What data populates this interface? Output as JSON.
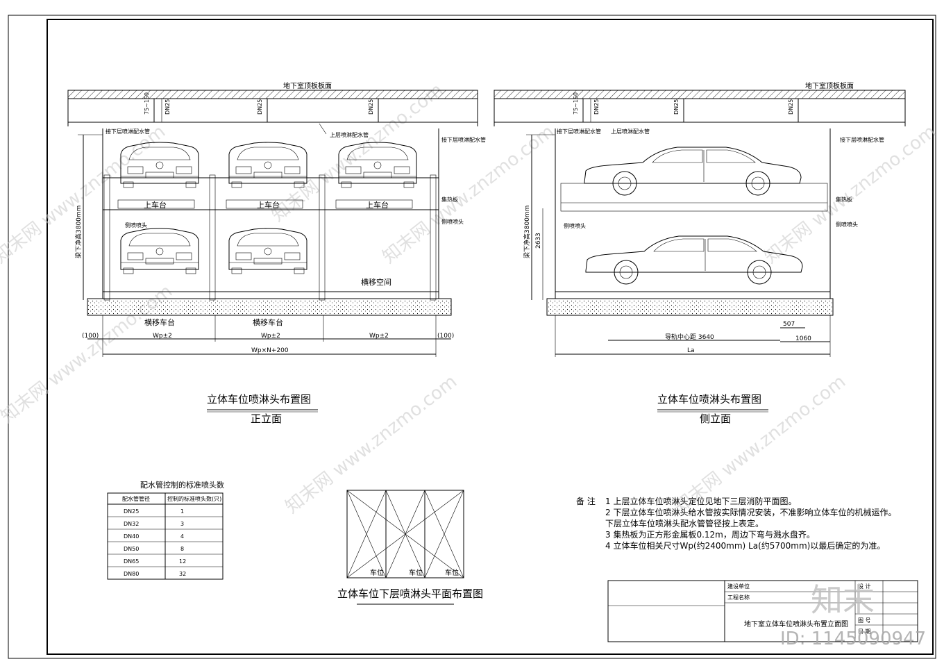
{
  "front": {
    "ceiling": "地下室顶板板面",
    "dim_150": "75~150",
    "dn25": "DN25",
    "pipe_lower": "接下层喷淋配水管",
    "pipe_upper": "上层喷淋配水管",
    "clear_height": "梁下净高3800mm",
    "heat_plate": "集热板",
    "side_head": "侧喷喷头",
    "upper_deck": "上车台",
    "lateral_space": "横移空间",
    "shift_deck": "横移车台",
    "dim_100": "(100)",
    "dim_wp": "Wp±2",
    "dim_total": "Wp×N+200",
    "title": "立体车位喷淋头布置图",
    "subtitle": "正立面"
  },
  "side": {
    "ceiling": "地下室顶板板面",
    "dim_150": "75~150",
    "dn25": "DN25",
    "pipe_lower": "接下层喷淋配水管",
    "pipe_upper": "上层喷淋配水管",
    "clear_height": "梁下净高3800mm",
    "dim_2633": "2633",
    "heat_plate": "集热板",
    "side_head": "侧喷喷头",
    "dim_507": "507",
    "rail_dist": "导轨中心距 3640",
    "dim_1060": "1060",
    "dim_la": "La",
    "title": "立体车位喷淋头布置图",
    "subtitle": "侧立面"
  },
  "table": {
    "title": "配水管控制的标准喷头数",
    "headers": [
      "配水管管径",
      "控制的标准喷头数(只)"
    ],
    "rows": [
      [
        "DN25",
        "1"
      ],
      [
        "DN32",
        "3"
      ],
      [
        "DN40",
        "4"
      ],
      [
        "DN50",
        "8"
      ],
      [
        "DN65",
        "12"
      ],
      [
        "DN80",
        "32"
      ]
    ]
  },
  "plan": {
    "slots": [
      "车位",
      "车位",
      "车位"
    ],
    "title": "立体车位下层喷淋头平面布置图"
  },
  "notes": {
    "label": "备  注",
    "lines": [
      "1  上层立体车位喷淋头定位见地下三层消防平面图。",
      "2  下层立体车位喷淋头给水管按实际情况安装，不准影响立体车位的机械运作。",
      "    下层立体车位喷淋头配水管管径按上表定。",
      "3  集热板为正方形金属板0.12m，周边下弯与溅水盘齐。",
      "4  立体车位相关尺寸Wp(约2400mm)  La(约5700mm)以最后确定的为准。"
    ]
  },
  "titleblock": {
    "unit_label": "建设单位",
    "project_label": "工程名称",
    "design_label": "设 计",
    "drawing_title": "地下室立体车位喷淋头布置立面图",
    "drawing_no_label": "图 号",
    "date_label": "日 期"
  },
  "watermark": {
    "text": "知末网 www.znzmo.com",
    "logo": "知末",
    "id": "ID: 1145090947"
  }
}
